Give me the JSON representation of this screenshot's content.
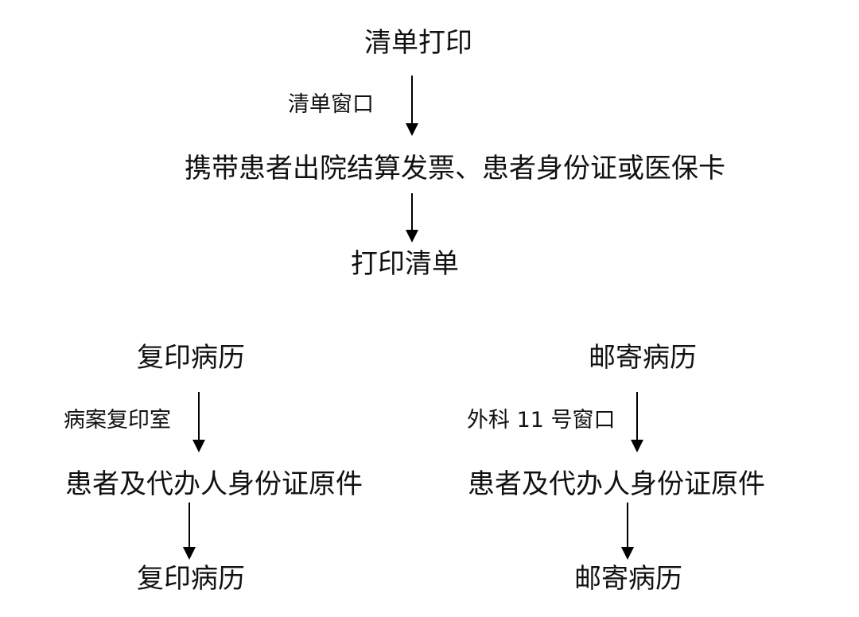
{
  "top": {
    "title": "清单打印",
    "step1_label": "清单窗口",
    "step1_text": "携带患者出院结算发票、患者身份证或医保卡",
    "step2_text": "打印清单"
  },
  "left": {
    "title": "复印病历",
    "label": "病案复印室",
    "step_text": "患者及代办人身份证原件",
    "result": "复印病历"
  },
  "right": {
    "title": "邮寄病历",
    "label": "外科 11 号窗口",
    "step_text": "患者及代办人身份证原件",
    "result": "邮寄病历"
  }
}
